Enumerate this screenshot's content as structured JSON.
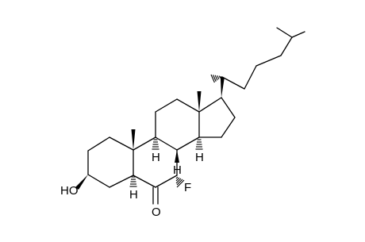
{
  "molecule": {
    "atom_labels": {
      "hydroxyl": "HO",
      "fluorine": "F",
      "ketone_oxygen": "O",
      "h_c5": "H",
      "h_c8": "H",
      "h_c9": "H",
      "h_c14": "H"
    },
    "colors": {
      "bond": "#000000",
      "background": "#ffffff"
    }
  }
}
